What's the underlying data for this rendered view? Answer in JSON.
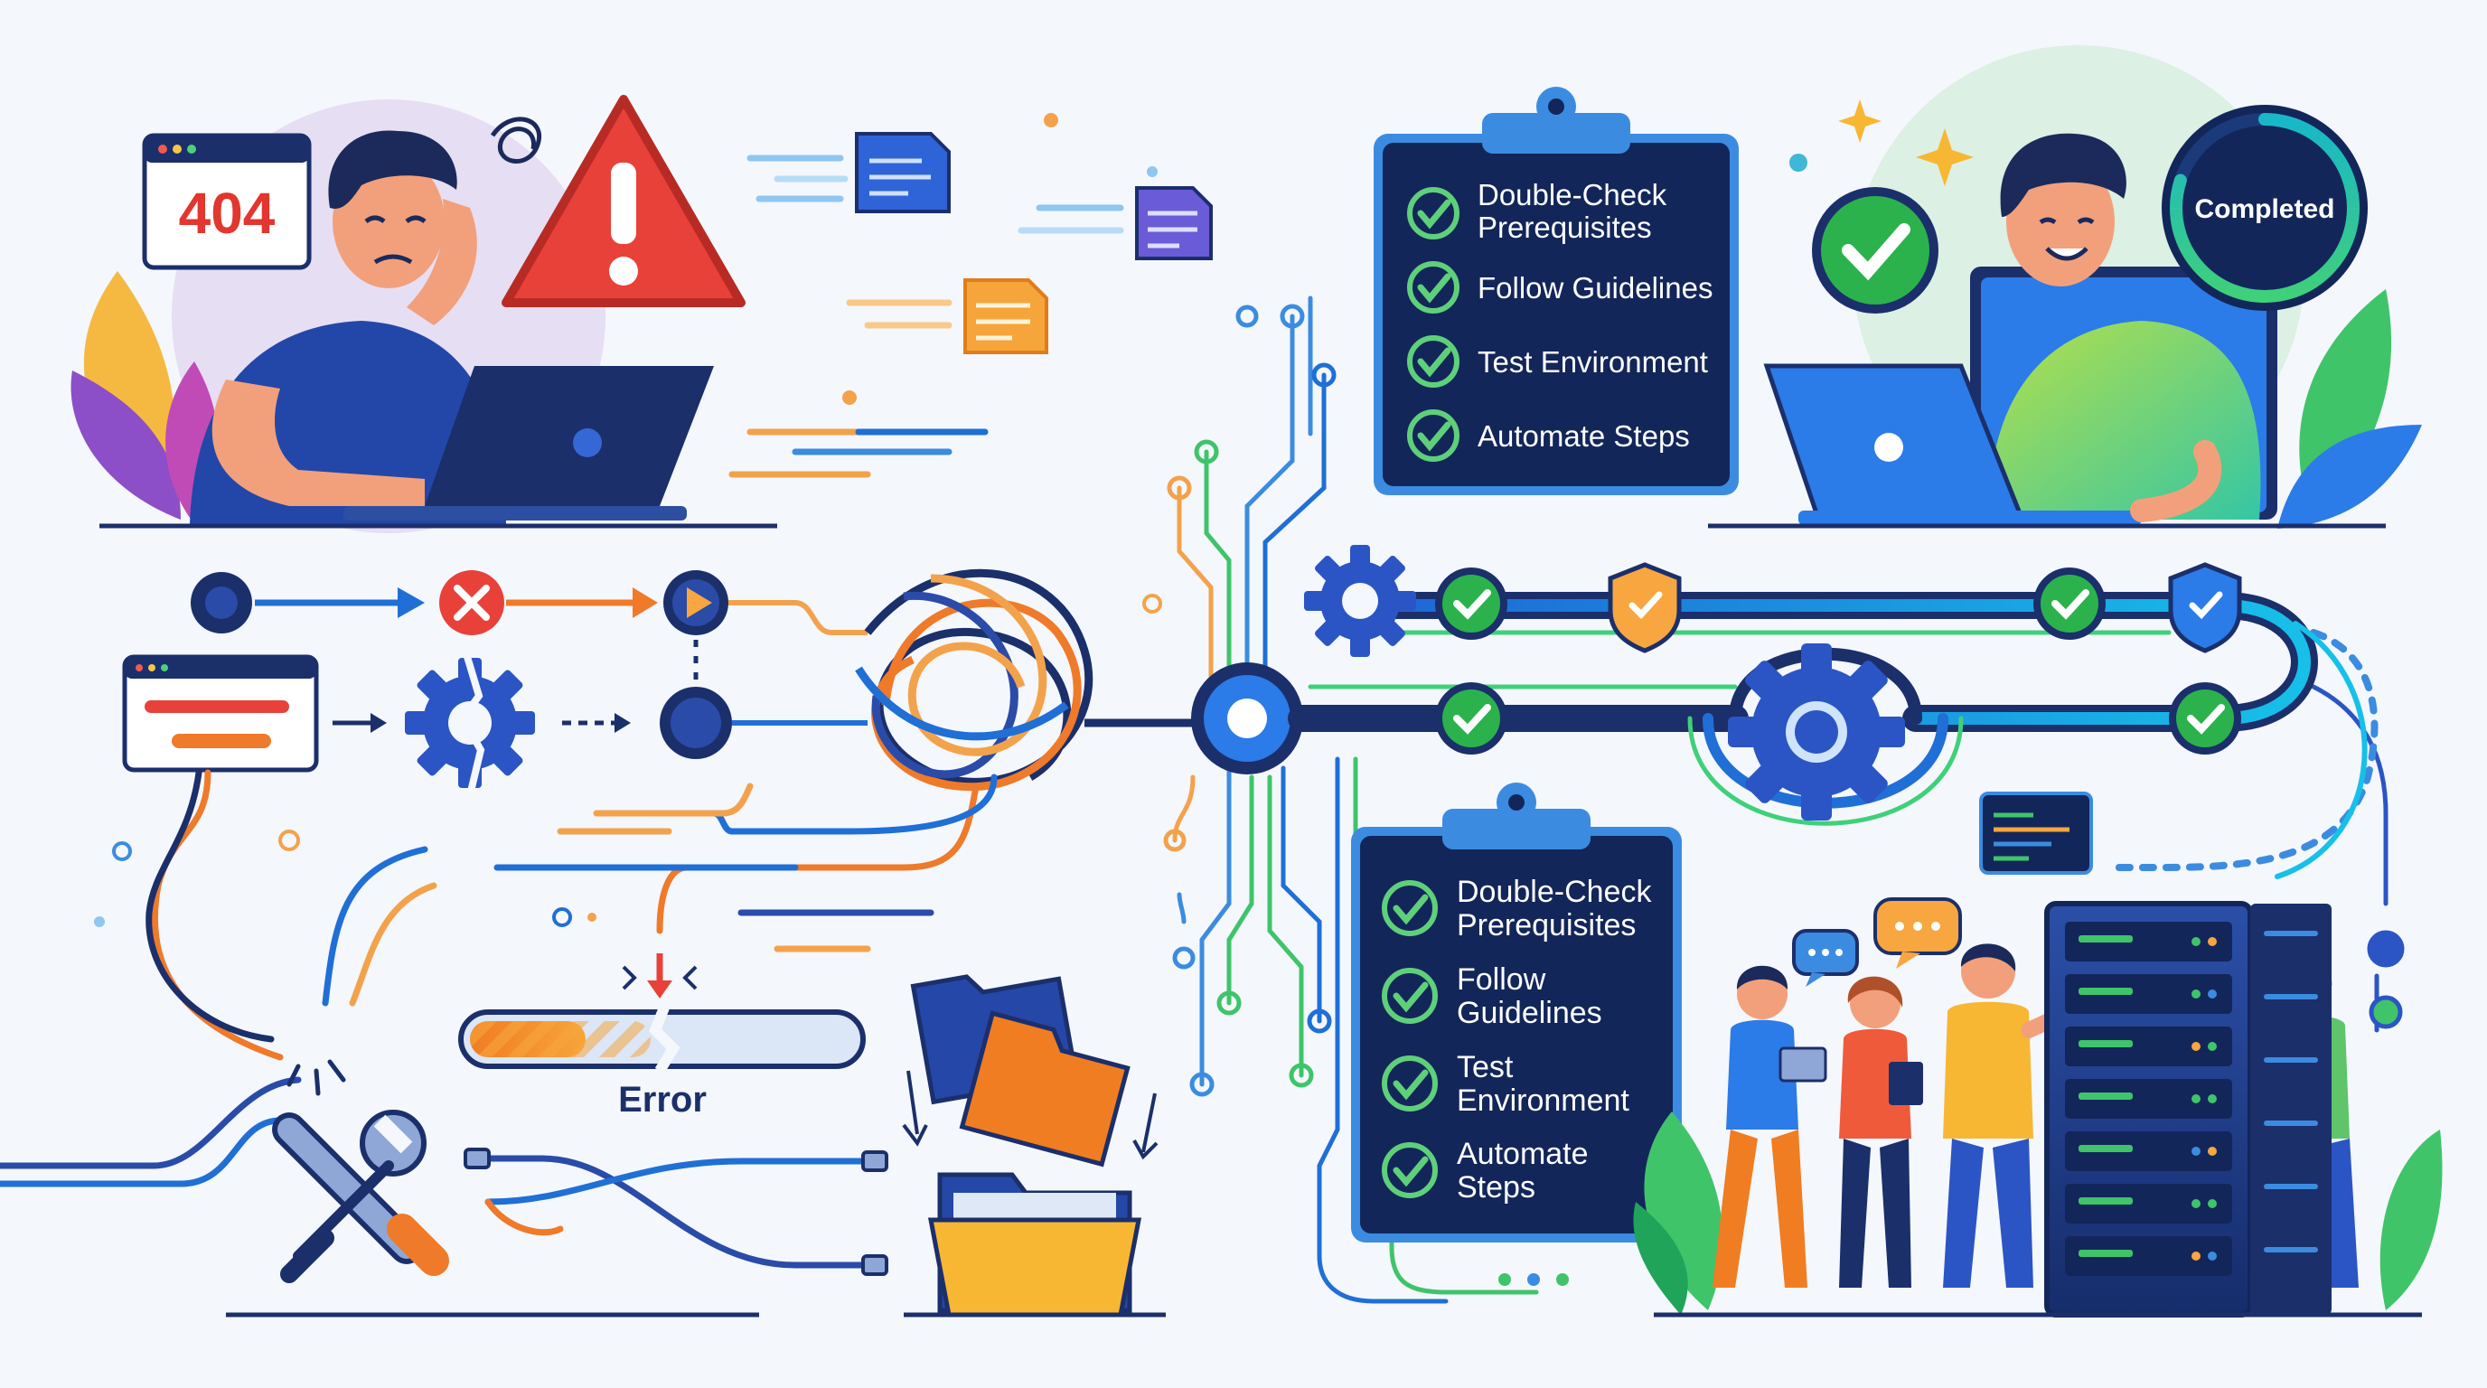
{
  "error_browser": {
    "code": "404"
  },
  "progress": {
    "label": "Error",
    "fill_fraction": 0.3
  },
  "badge": {
    "label": "Completed",
    "ring_fraction": 0.8
  },
  "checklist_top": {
    "items": [
      {
        "line1": "Double-Check",
        "line2": "Prerequisites"
      },
      {
        "line1": "Follow Guidelines",
        "line2": ""
      },
      {
        "line1": "Test Environment",
        "line2": ""
      },
      {
        "line1": "Automate Steps",
        "line2": ""
      }
    ]
  },
  "checklist_bottom": {
    "items": [
      {
        "line1": "Double-Check",
        "line2": "Prerequisites"
      },
      {
        "line1": "Follow",
        "line2": "Guidelines"
      },
      {
        "line1": "Test",
        "line2": "Environment"
      },
      {
        "line1": "Automate",
        "line2": "Steps"
      }
    ]
  },
  "colors": {
    "navy": "#13265a",
    "accent_blue": "#1f6fd6",
    "success_green": "#2bb24c",
    "error_red": "#e8413a",
    "warning_orange": "#f07d22",
    "highlight_yellow": "#f7b733"
  },
  "icons": [
    "browser-window-icon",
    "warning-triangle-icon",
    "document-icon",
    "gear-icon",
    "broken-gear-icon",
    "x-circle-icon",
    "play-circle-icon",
    "check-circle-icon",
    "shield-check-icon",
    "clipboard-icon",
    "wrench-screwdriver-icon",
    "folder-icon",
    "server-rack-icon",
    "laptop-icon",
    "speech-bubble-icon",
    "sparkle-icon",
    "leaf-icon"
  ]
}
